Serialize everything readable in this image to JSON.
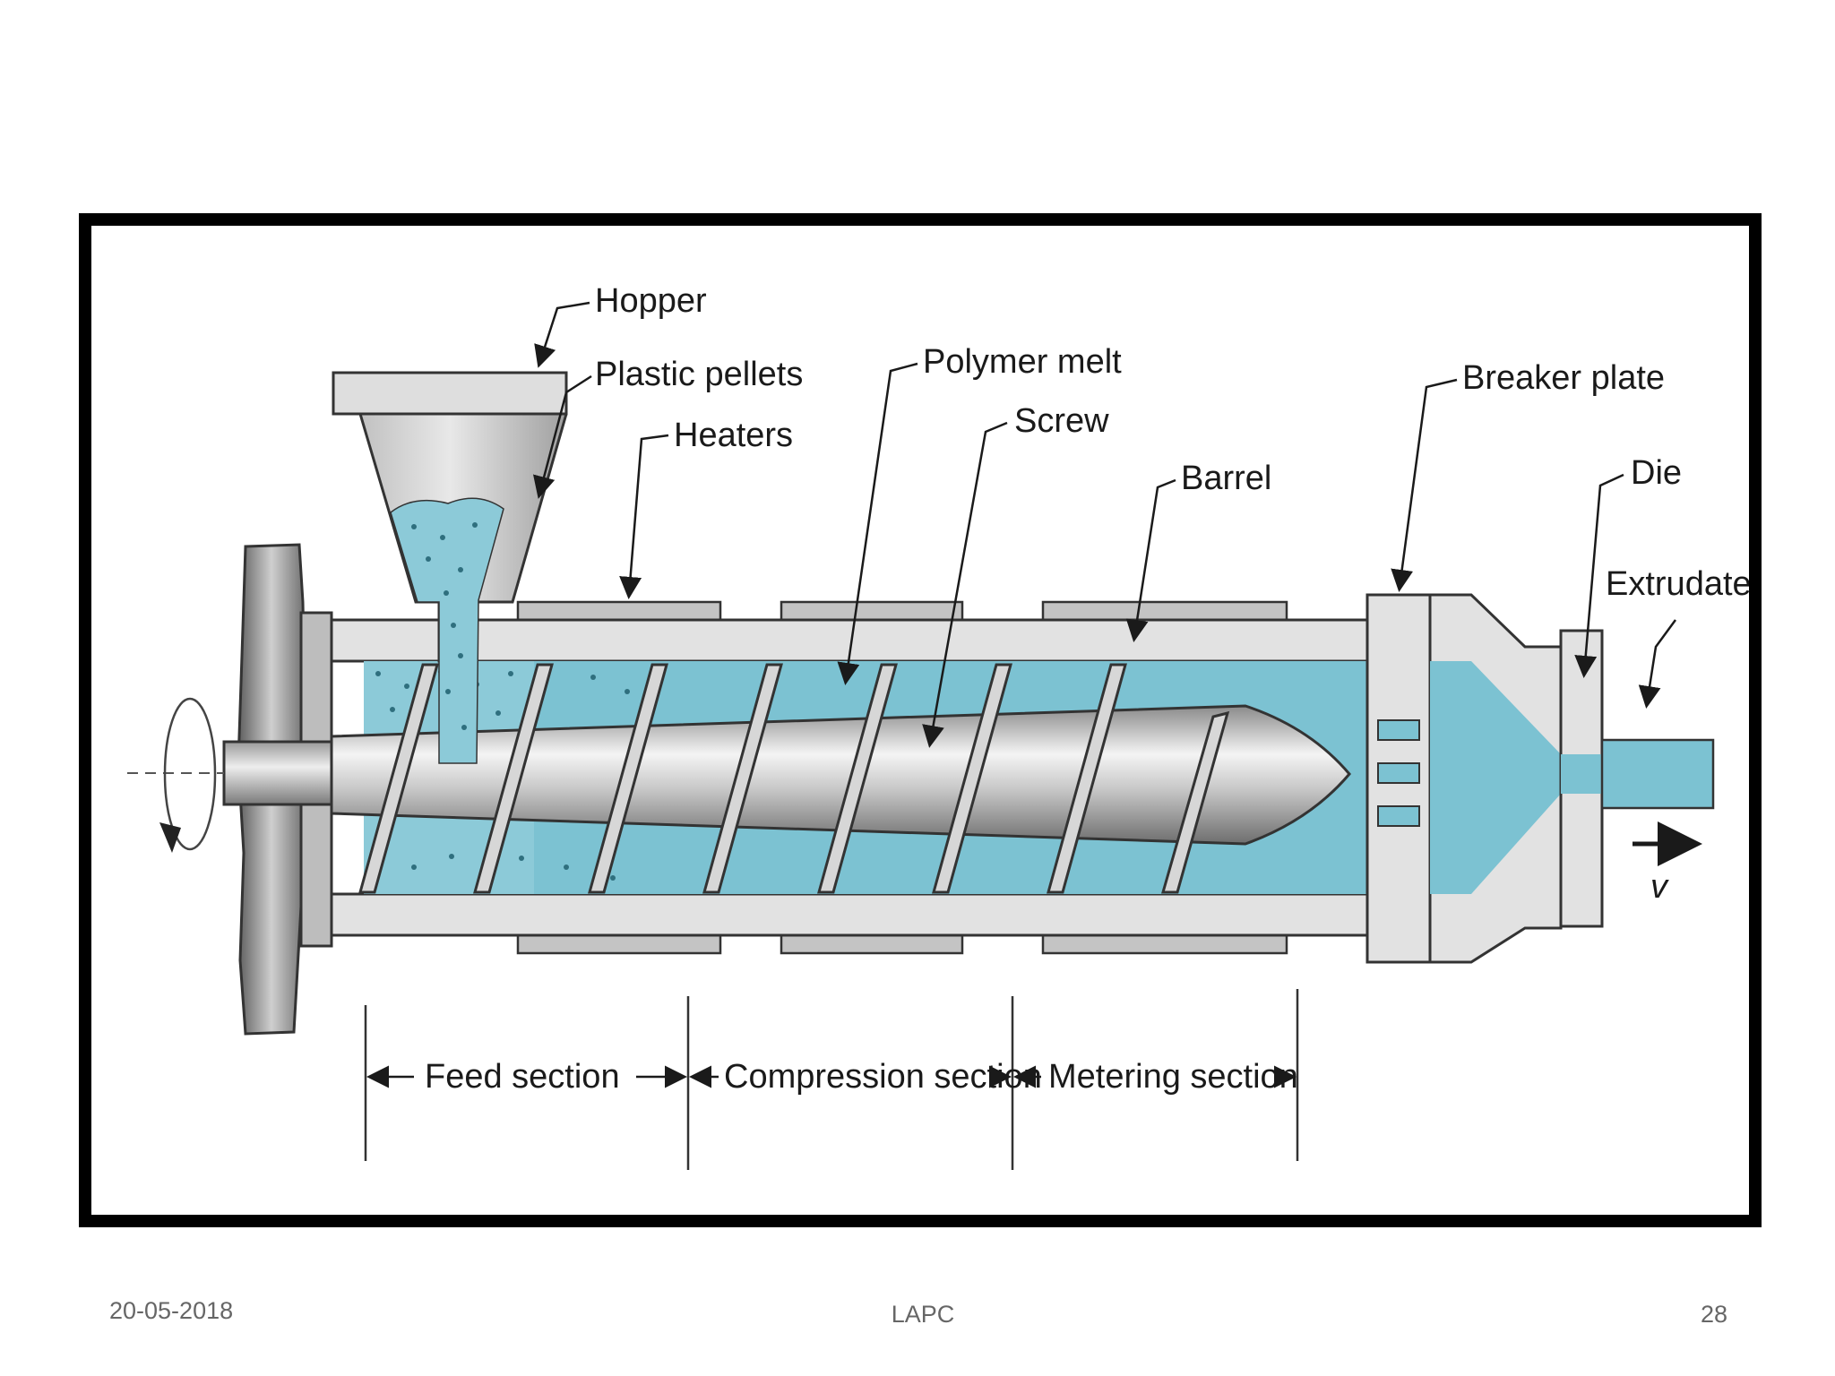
{
  "diagram": {
    "labels": {
      "hopper": "Hopper",
      "plastic_pellets": "Plastic pellets",
      "heaters": "Heaters",
      "polymer_melt": "Polymer melt",
      "screw": "Screw",
      "barrel": "Barrel",
      "breaker_plate": "Breaker plate",
      "die": "Die",
      "extrudate": "Extrudate",
      "velocity": "v",
      "feed_section": "Feed section",
      "compression_section": "Compression section",
      "metering_section": "Metering section"
    },
    "colors": {
      "melt": "#7cc2d2",
      "metal_light": "#e2e2e2",
      "metal_dark": "#8c8c8c",
      "outline": "#333333",
      "frame": "#000000"
    }
  },
  "footer": {
    "date": "20-05-2018",
    "center": "LAPC",
    "page": "28"
  }
}
